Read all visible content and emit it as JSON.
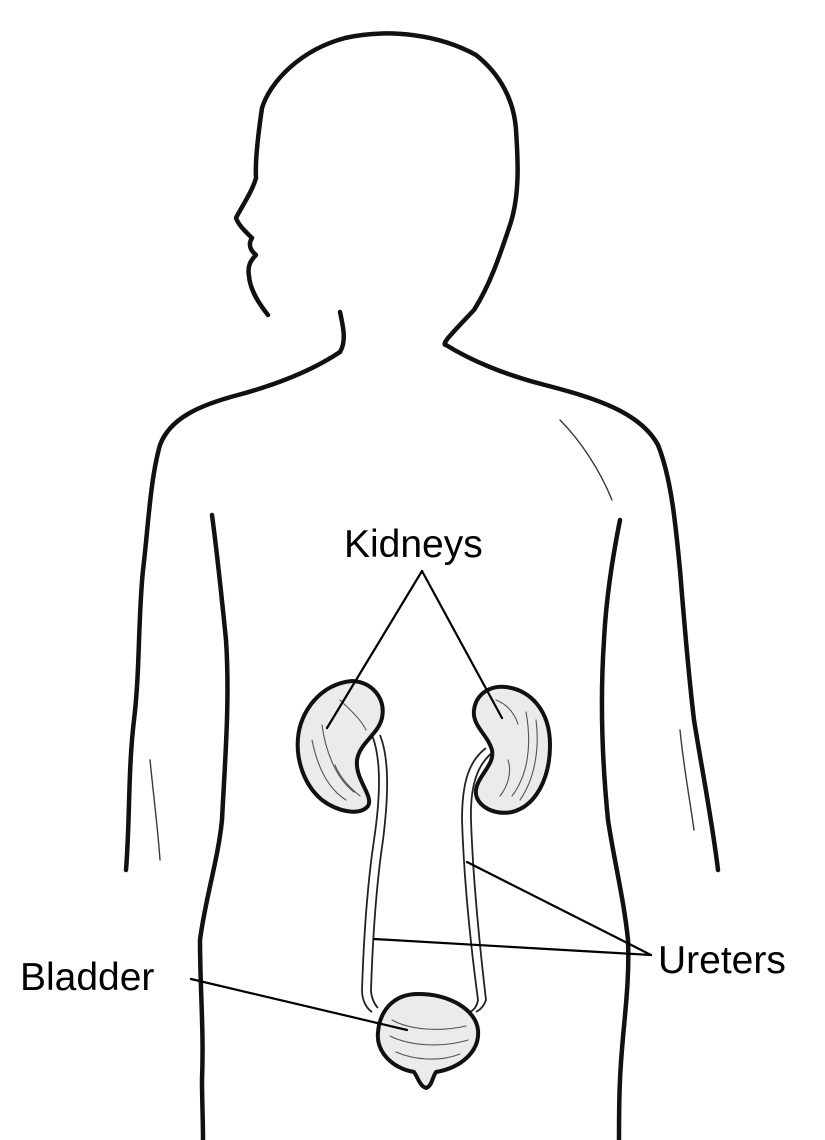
{
  "labels": {
    "kidneys": "Kidneys",
    "ureters": "Ureters",
    "bladder": "Bladder"
  },
  "colors": {
    "outline": "#111111",
    "organ_fill": "#ebebeb",
    "background": "#ffffff"
  }
}
